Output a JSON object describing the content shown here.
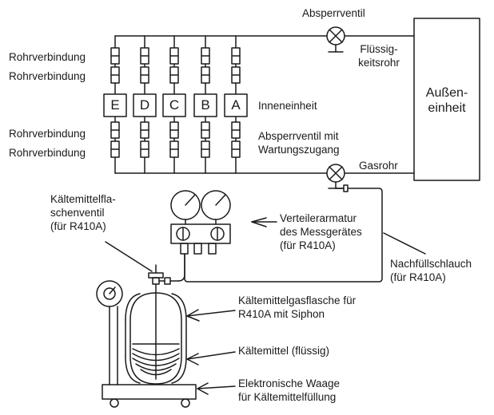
{
  "labels": {
    "stop_valve": "Absperrventil",
    "liquid_pipe_1": "Flüssig-",
    "liquid_pipe_2": "keitsrohr",
    "outdoor_1": "Außen-",
    "outdoor_2": "einheit",
    "pipe_connection": "Rohrverbindung",
    "indoor_unit": "Inneneinheit",
    "service_valve_1": "Absperrventil mit",
    "service_valve_2": "Wartungszugang",
    "gas_pipe": "Gasrohr",
    "cyl_valve_1": "Kältemittelfla-",
    "cyl_valve_2": "schenventil",
    "cyl_valve_3": "(für R410A)",
    "manifold_1": "Verteilerarmatur",
    "manifold_2": "des Messgerätes",
    "manifold_3": "(für R410A)",
    "hose_1": "Nachfüllschlauch",
    "hose_2": "(für R410A)",
    "cylinder_1": "Kältemittelgasflasche für",
    "cylinder_2": "R410A mit Siphon",
    "liquid_refrigerant": "Kältemittel (flüssig)",
    "scale_1": "Elektronische Waage",
    "scale_2": "für Kältemittelfüllung"
  },
  "indoor_units": [
    "E",
    "D",
    "C",
    "B",
    "A"
  ]
}
